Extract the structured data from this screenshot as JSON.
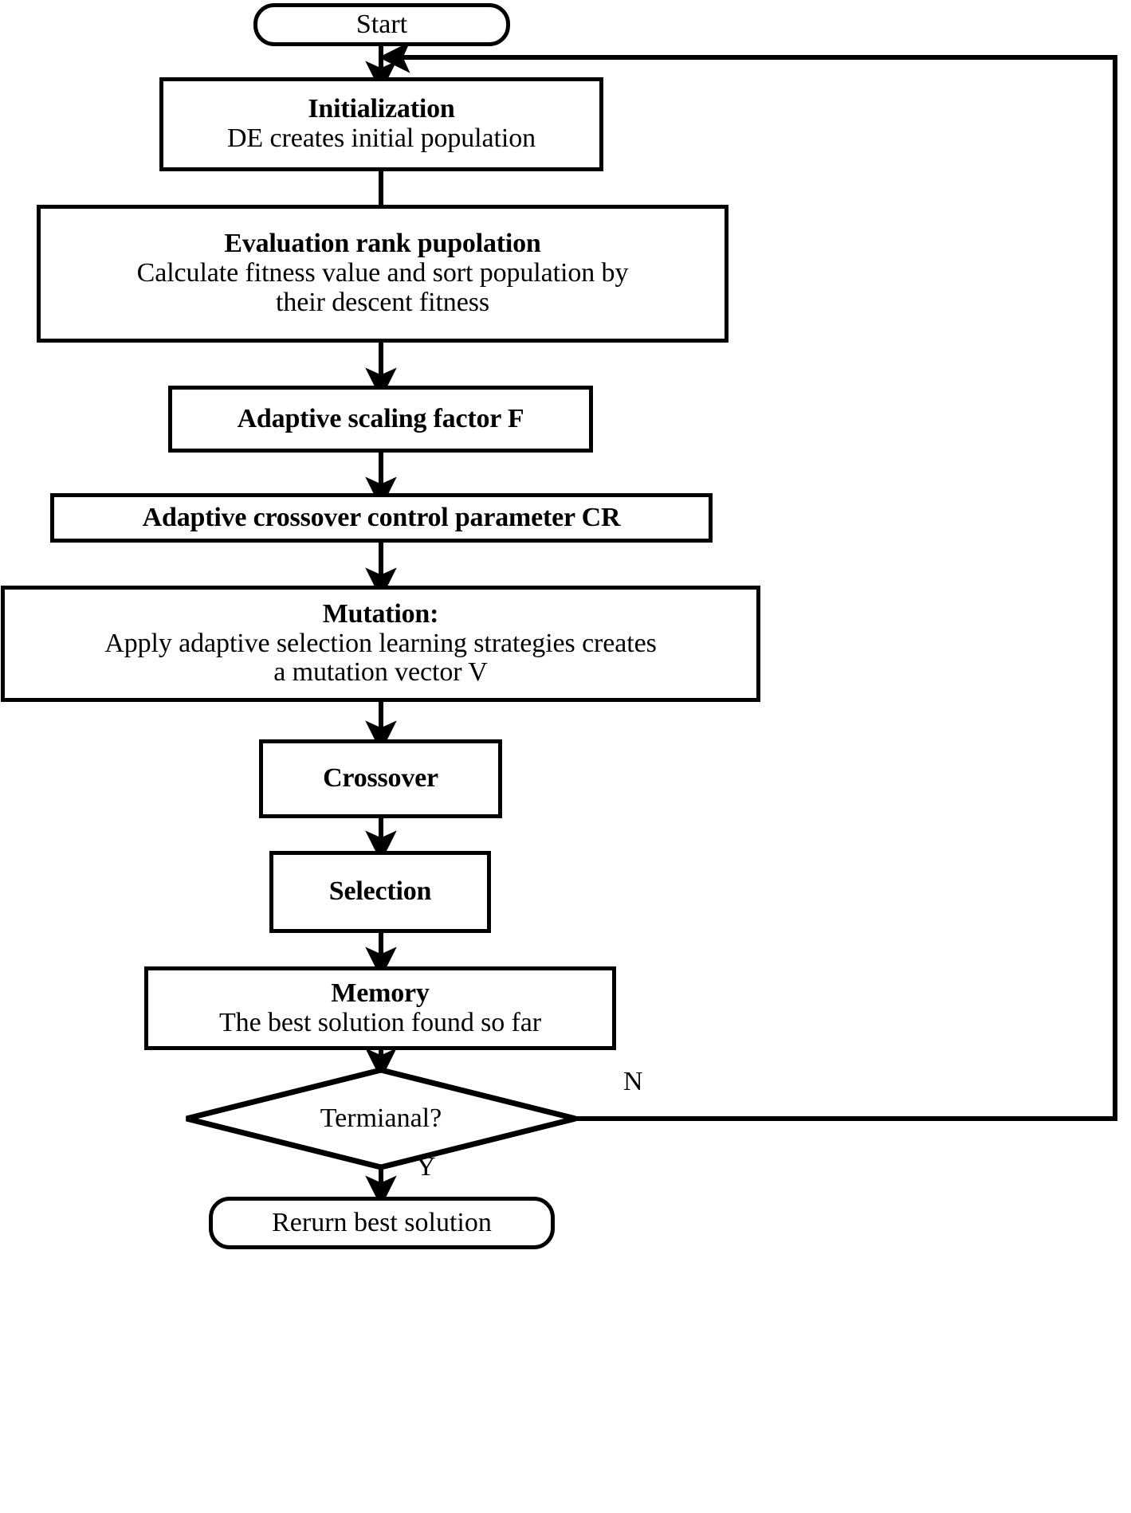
{
  "diagram": {
    "type": "flowchart",
    "orientation": "top-to-bottom",
    "nodes": [
      {
        "id": "start",
        "shape": "terminator",
        "title": "Start"
      },
      {
        "id": "init",
        "shape": "process",
        "title": "Initialization",
        "subtitle": "DE creates initial population"
      },
      {
        "id": "evaluation",
        "shape": "process",
        "title": "Evaluation rank pupolation",
        "subtitle_line1": "Calculate fitness value and sort population by",
        "subtitle_line2": "their descent fitness"
      },
      {
        "id": "factor_f",
        "shape": "process",
        "title": "Adaptive scaling factor F"
      },
      {
        "id": "param_cr",
        "shape": "process",
        "title": "Adaptive crossover control parameter CR"
      },
      {
        "id": "mutation",
        "shape": "process",
        "title": "Mutation:",
        "subtitle_line1": "Apply adaptive selection learning strategies creates",
        "subtitle_line2": "a mutation vector V"
      },
      {
        "id": "crossover",
        "shape": "process",
        "title": "Crossover"
      },
      {
        "id": "selection",
        "shape": "process",
        "title": "Selection"
      },
      {
        "id": "memory",
        "shape": "process",
        "title": "Memory",
        "subtitle": "The best solution found so far"
      },
      {
        "id": "terminal",
        "shape": "decision",
        "title": "Termianal?"
      },
      {
        "id": "return",
        "shape": "terminator",
        "title": "Rerurn best solution"
      }
    ],
    "edge_labels": {
      "no": "N",
      "yes": "Y"
    },
    "colors": {
      "stroke": "#000000",
      "fill": "#ffffff",
      "text": "#000000"
    }
  }
}
